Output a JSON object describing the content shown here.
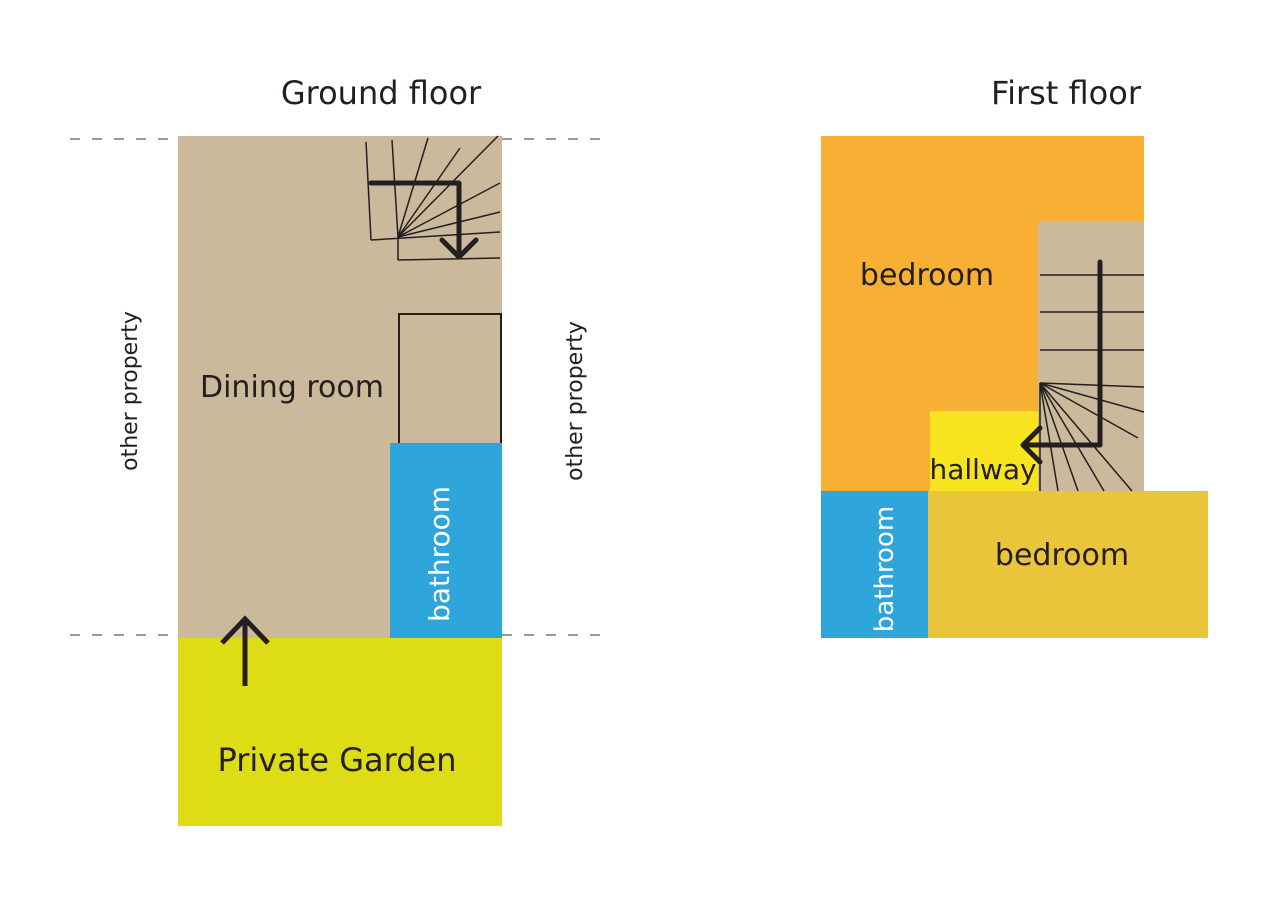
{
  "ground_floor": {
    "title": "Ground floor",
    "rooms": {
      "dining_room": "Dining room",
      "bathroom": "bathroom",
      "private_garden": "Private Garden"
    },
    "side_labels": {
      "left": "other property",
      "right": "other property"
    }
  },
  "first_floor": {
    "title": "First floor",
    "rooms": {
      "bedroom_top": "bedroom",
      "hallway": "hallway",
      "bathroom": "bathroom",
      "bedroom_bottom": "bedroom"
    }
  },
  "colors": {
    "dining_room": "#cbb99b",
    "bathroom": "#2ea6dc",
    "garden": "#dedc14",
    "bedroom_top": "#f7b033",
    "hallway": "#f7e41e",
    "bedroom_bottom": "#eac43b",
    "stair": "#cbb99b",
    "line": "#231f20",
    "dash": "#777777"
  }
}
